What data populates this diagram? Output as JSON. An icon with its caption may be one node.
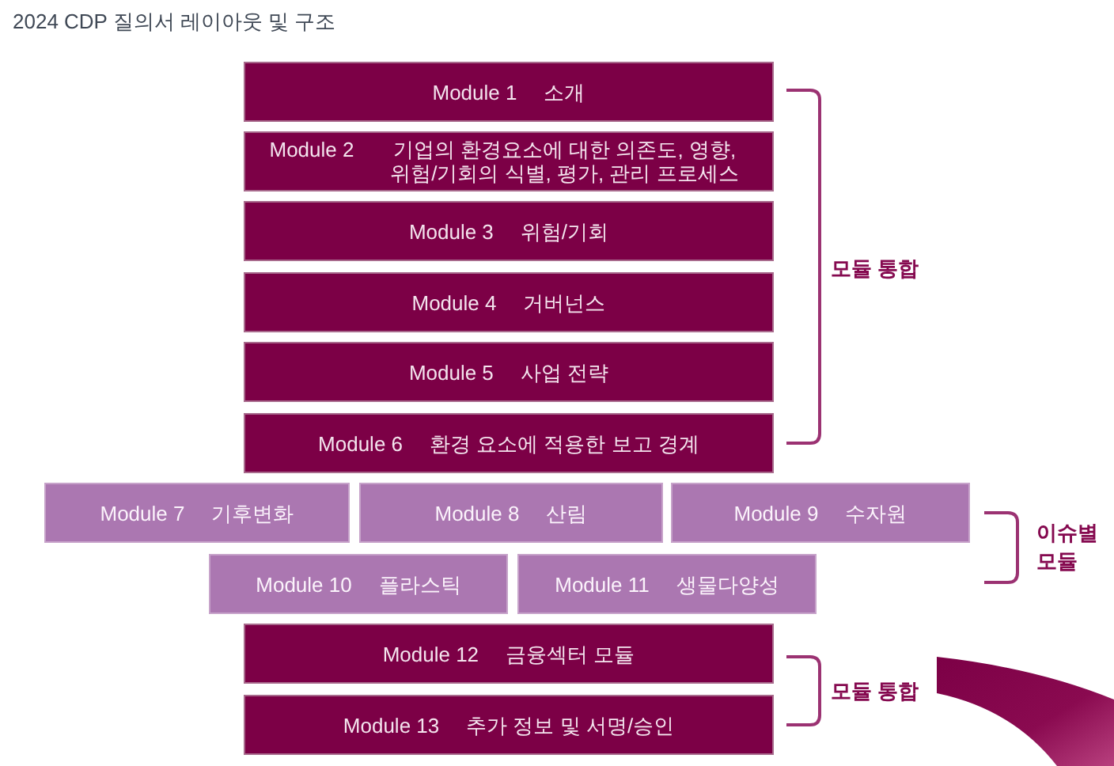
{
  "diagram": {
    "title": "2024 CDP 질의서 레이아웃 및 구조",
    "nodes": [
      {
        "text": [
          "Module 1",
          "소개"
        ]
      },
      {
        "text": [
          "Module 2",
          "기업의 환경요소에 대한 의존도, 영향, 위험/기회의 식별, 평가, 관리 프로세스"
        ]
      },
      {
        "text": [
          "Module 3",
          "위험/기회"
        ]
      },
      {
        "text": [
          "Module 4",
          "거버넌스"
        ]
      },
      {
        "text": [
          "Module 5",
          "사업 전략"
        ]
      },
      {
        "text": [
          "Module 6",
          "환경 요소에 적용한 보고 경계"
        ]
      },
      {
        "text": [
          "Module 7",
          "기후변화"
        ]
      },
      {
        "text": [
          "Module 8",
          "산림"
        ]
      },
      {
        "text": [
          "Module 9",
          "수자원"
        ]
      },
      {
        "text": [
          "Module 10",
          "플라스틱"
        ]
      },
      {
        "text": [
          "Module 11",
          "생물다양성"
        ]
      },
      {
        "text": [
          "Module 12",
          "금융섹터 모듈"
        ]
      },
      {
        "text": [
          "Module 13",
          "추가 정보 및 서명/승인"
        ]
      }
    ],
    "labels": [
      "모듈 통합",
      "이슈별 모듈",
      "모듈 통합"
    ]
  }
}
